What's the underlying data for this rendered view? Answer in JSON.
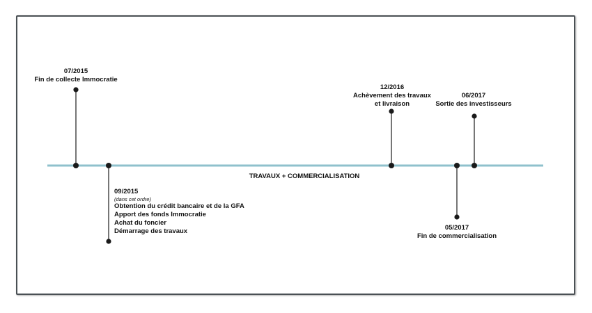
{
  "timeline": {
    "axis_color": "#8fc1cc",
    "marker_color": "#1a1a1a",
    "phase_label": "TRAVAUX + COMMERCIALISATION",
    "events": [
      {
        "date": "07/2015",
        "lines": [
          "Fin de collecte Immocratie"
        ]
      },
      {
        "date": "09/2015",
        "note": "(dans cet ordre)",
        "lines": [
          "Obtention du crédit bancaire et de la GFA",
          "Apport des fonds Immocratie",
          "Achat du foncier",
          "Démarrage des travaux"
        ]
      },
      {
        "date": "12/2016",
        "lines": [
          "Achèvement des travaux",
          "et livraison"
        ]
      },
      {
        "date": "05/2017",
        "lines": [
          "Fin de commercialisation"
        ]
      },
      {
        "date": "06/2017",
        "lines": [
          "Sortie des investisseurs"
        ]
      }
    ]
  }
}
